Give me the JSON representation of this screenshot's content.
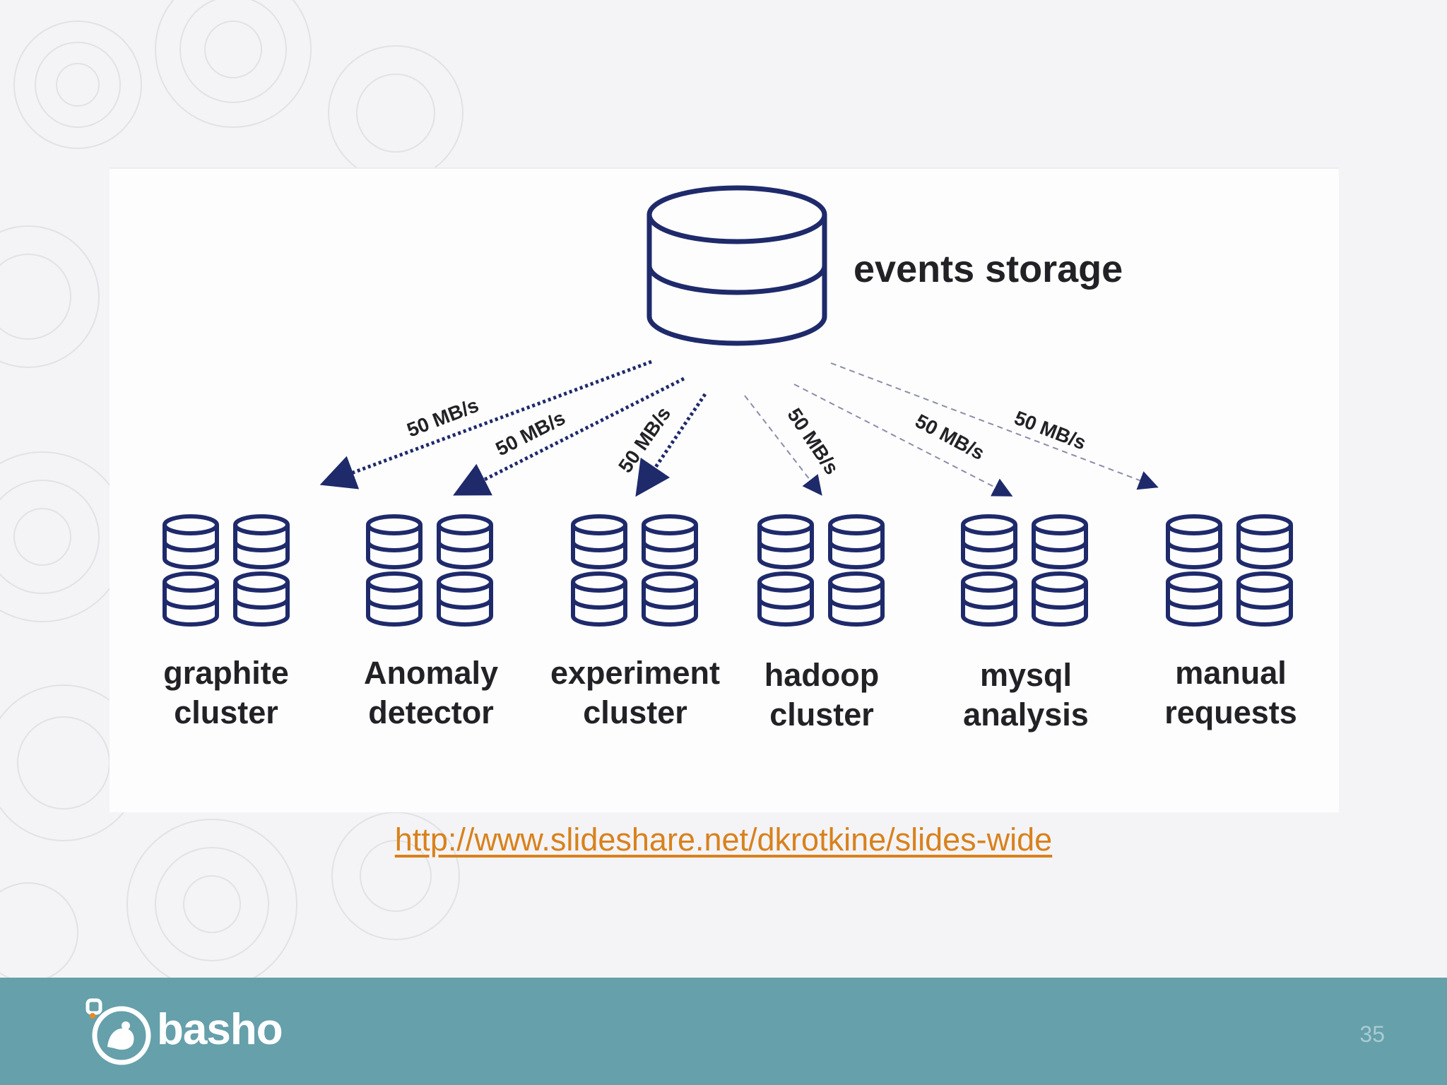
{
  "diagram": {
    "source": {
      "label": "events storage"
    },
    "targets": [
      {
        "line1": "graphite",
        "line2": "cluster"
      },
      {
        "line1": "Anomaly",
        "line2": "detector"
      },
      {
        "line1": "experiment",
        "line2": "cluster"
      },
      {
        "line1": "hadoop",
        "line2": "cluster"
      },
      {
        "line1": "mysql",
        "line2": "analysis"
      },
      {
        "line1": "manual",
        "line2": "requests"
      }
    ],
    "edges": [
      {
        "to": "graphite cluster",
        "label": "50 MB/s",
        "style": "dotted-heavy"
      },
      {
        "to": "Anomaly detector",
        "label": "50 MB/s",
        "style": "dotted-heavy"
      },
      {
        "to": "experiment cluster",
        "label": "50 MB/s",
        "style": "dotted-heavy"
      },
      {
        "to": "hadoop cluster",
        "label": "50 MB/s",
        "style": "dashed-light"
      },
      {
        "to": "mysql analysis",
        "label": "50 MB/s",
        "style": "dashed-light"
      },
      {
        "to": "manual requests",
        "label": "50 MB/s",
        "style": "dashed-light"
      }
    ],
    "colors": {
      "ink": "#1f2a6b",
      "text": "#222226"
    }
  },
  "link": {
    "text": "http://www.slideshare.net/dkrotkine/slides-wide",
    "color": "#d9811c"
  },
  "footer": {
    "logo_text": "basho",
    "page_number": "35",
    "color": "#65a0ab"
  }
}
